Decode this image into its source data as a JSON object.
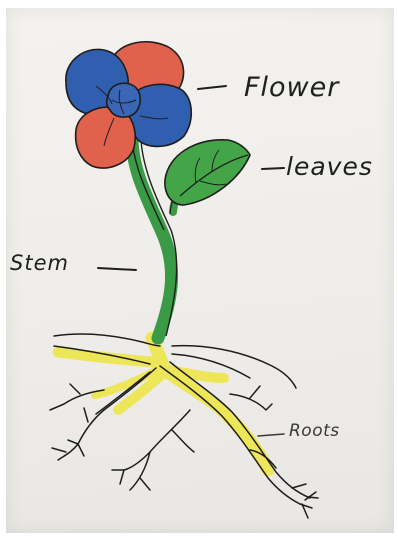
{
  "labels": {
    "flower": "Flower",
    "leaves": "leaves",
    "stem": "Stem",
    "roots": "Roots"
  },
  "colors": {
    "petal_blue": "#2f5fae",
    "petal_red": "#e0614c",
    "leaf_green": "#43a547",
    "stem_green": "#3a9a45",
    "root_yellow": "#efe64a",
    "ink": "#1e1e1e"
  }
}
